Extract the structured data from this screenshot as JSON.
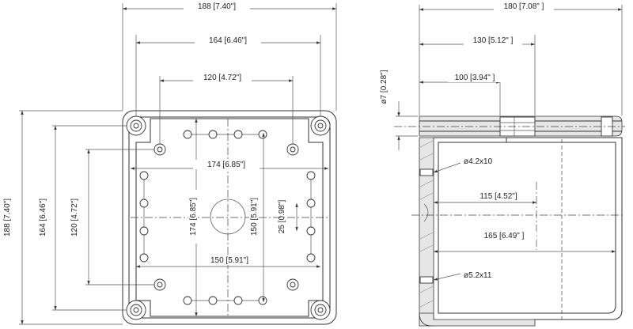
{
  "front_view": {
    "dim_overall_width": "188 [7.40\"]",
    "dim_mount_width": "164 [6.46\"]",
    "dim_inner_width": "120 [4.72\"]",
    "dim_inner_width_174": "174 [6.85\"]",
    "dim_inner_height_174": "174 [6.85\"]",
    "dim_inner_height_150": "150 [5.91\"]",
    "dim_inner_width_150": "150 [5.91\"]",
    "dim_boss_spacing": "25 [0.98\"]",
    "dim_overall_height": "188 [7.40\"]",
    "dim_mount_height": "164 [6.46\"]",
    "dim_inner_height": "120 [4.72\"]"
  },
  "side_view": {
    "dim_overall_depth": "180 [7.08\" ]",
    "dim_130": "130 [5.12\" ]",
    "dim_100": "100 [3.94\" ]",
    "dim_lid_thickness": "ø7 [0.28\"]",
    "hole_upper": "ø4.2x10",
    "hole_lower": "ø5.2x11",
    "dim_115": "115 [4.52\"]",
    "dim_165": "165 [6.49\" ]"
  }
}
